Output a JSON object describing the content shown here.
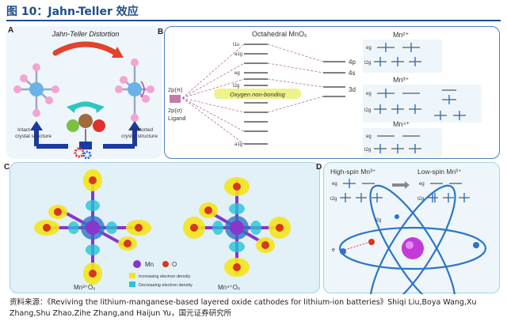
{
  "header": {
    "title": "图 10：Jahn-Teller 效应"
  },
  "panels": {
    "a": {
      "label": "A",
      "distortion": "Jahn-Teller Distortion",
      "left_caption_1": "Intact",
      "left_caption_2": "crystal structure",
      "right_caption_1": "Distorted",
      "right_caption_2": "crystal structure"
    },
    "b": {
      "label": "B",
      "heading": "Octahedral MnO₆",
      "ligand_2px": "2p(π)",
      "ligand_2ps": "2p(σ)",
      "ligand": "Ligand",
      "nonbonding": "Oxygen non-bonding",
      "mn2": "Mn²⁺",
      "mn3": "Mn³⁺",
      "mn4": "Mn⁴⁺",
      "l_4p": "4p",
      "l_4s": "4s",
      "l_3d": "3d",
      "eg": "eg",
      "t2g": "t2g",
      "t1u": "t1u",
      "a1g": "a1g"
    },
    "c": {
      "label": "C",
      "legend_mn": "Mn",
      "legend_o": "O",
      "legend_inc": "Increasing electron density",
      "legend_dec": "Decreasing electron density",
      "left_name": "Mn³⁺O₆",
      "right_name": "Mn⁴⁺O₆"
    },
    "d": {
      "label": "D",
      "high_spin": "High-spin Mn³⁺",
      "low_spin": "Low-spin Mn³⁺",
      "eg": "eg",
      "t2g": "t2g",
      "e_label": "e"
    }
  },
  "source": {
    "text": "资料来源：《Reviving the lithium-manganese-based layered oxide cathodes for lithium-ion batteries》Shiqi Liu,Boya Wang,Xu Zhang,Shu Zhao,Zihe Zhang,and Haijun Yu，国元证券研究所"
  },
  "colors": {
    "title": "#1d4e8c",
    "panel_a_bg": "#eef5fb",
    "panel_b_border": "#4f7fc0",
    "panel_c_bg": "#e2f0f8",
    "panel_d_bg": "#eef6fb",
    "mn_purple": "#8a36c9",
    "o_red": "#d8361e",
    "pos_yellow": "#f4e419",
    "neg_cyan": "#27c4d6",
    "orbit": "#2c74c9"
  }
}
